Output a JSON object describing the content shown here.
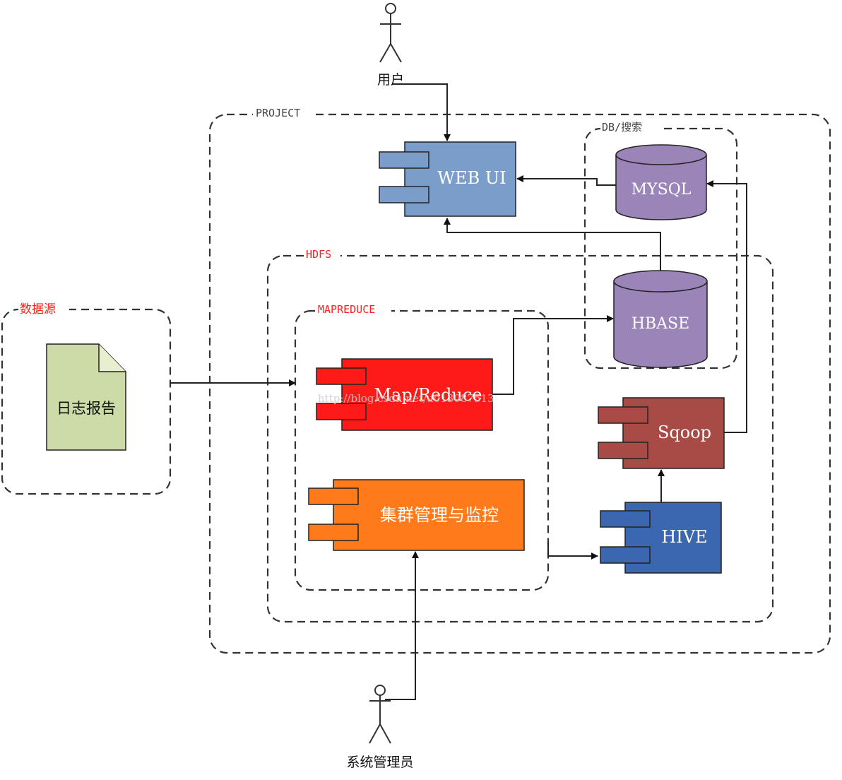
{
  "actors": {
    "user": "用户",
    "admin": "系统管理员"
  },
  "groups": {
    "project": "PROJECT",
    "db_search": "DB/搜索",
    "hdfs": "HDFS",
    "data_source": "数据源",
    "mapreduce": "MAPREDUCE"
  },
  "components": {
    "web_ui": "WEB UI",
    "mysql": "MYSQL",
    "hbase": "HBASE",
    "map_reduce": "Map/Reduce",
    "cluster_mgmt": "集群管理与监控",
    "sqoop": "Sqoop",
    "hive": "HIVE",
    "log_report": "日志报告"
  },
  "watermark": "http://blog.csdn.net/u013087513",
  "colors": {
    "web_ui": "#7a9ec9",
    "database": "#9b84b8",
    "map_reduce": "#ff1a1a",
    "cluster_mgmt": "#ff7a1a",
    "sqoop": "#a84a45",
    "hive": "#3a67b0",
    "document": "#cddba8"
  }
}
